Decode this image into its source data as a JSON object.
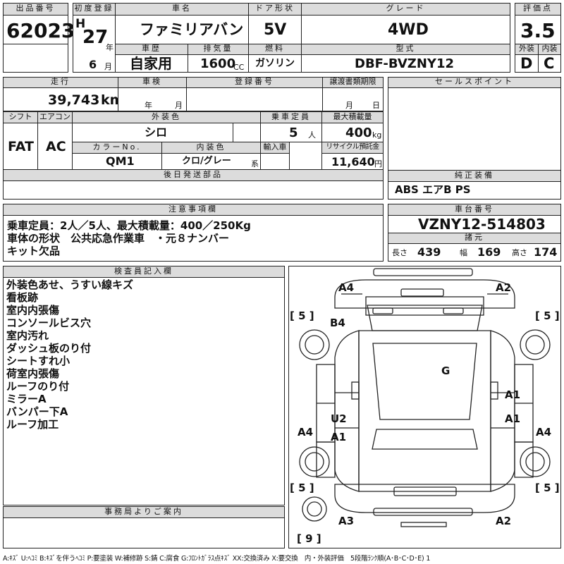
{
  "header": {
    "lot_label": "出品番号",
    "lot": "62023",
    "first_reg_label": "初度登録",
    "era": "H",
    "year": "27",
    "year_unit": "年",
    "month": "6",
    "month_unit": "月",
    "name_label": "車名",
    "name": "ファミリアバン",
    "door_label": "ドア形状",
    "door": "5V",
    "grade_label": "グレード",
    "grade": "4WD",
    "score_label": "評価点",
    "score": "3.5",
    "history_label": "車歴",
    "history": "自家用",
    "displacement_label": "排気量",
    "displacement": "1600",
    "displacement_unit": "CC",
    "fuel_label": "燃料",
    "fuel": "ガソリン",
    "model_label": "型式",
    "model": "DBF-BVZNY12",
    "exterior_label": "外装",
    "exterior": "D",
    "interior_label": "内装",
    "interior": "C"
  },
  "row2": {
    "mileage_label": "走行",
    "mileage": "39,743",
    "mileage_unit": "km",
    "inspection_label": "車検",
    "inspection_year_unit": "年",
    "inspection_month_unit": "月",
    "regno_label": "登録番号",
    "transfer_label": "譲渡書類期限",
    "transfer_month_unit": "月",
    "transfer_day_unit": "日",
    "shift_label": "シフト",
    "shift": "FAT",
    "ac_label": "エアコン",
    "ac": "AC",
    "color_label": "外装色",
    "color": "シロ",
    "capacity_label": "乗車定員",
    "capacity": "5",
    "capacity_unit": "人",
    "load_label": "最大積載量",
    "load": "400",
    "load_unit": "kg",
    "colorno_label": "カラーNo.",
    "colorno": "QM1",
    "intcolor_label": "内装色",
    "intcolor": "クロ/グレー",
    "intcolor_suffix": "系",
    "import_label": "輸入車",
    "recycle_label": "リサイクル預託金",
    "recycle": "11,640",
    "recycle_unit": "円",
    "later_label": "後日発送部品"
  },
  "sales": {
    "label": "セールスポイント"
  },
  "equipment": {
    "label": "純正装備",
    "value": "ABS エアB PS"
  },
  "notes": {
    "label": "注意事項欄",
    "lines": [
      "乗車定員：2人／5人、最大積載量：400／250Kg",
      "車体の形状　公共応急作業車　・元８ナンバー",
      "キット欠品"
    ]
  },
  "chassis": {
    "label": "車台番号",
    "value": "VZNY12-514803",
    "dims_label": "諸元",
    "length_label": "長さ",
    "length": "439",
    "width_label": "幅",
    "width": "169",
    "height_label": "高さ",
    "height": "174"
  },
  "inspector": {
    "label": "検査員記入欄",
    "lines": [
      "外装色あせ、うすい線キズ",
      "看板跡",
      "室内内張傷",
      "コンソールビス穴",
      "室内汚れ",
      "ダッシュ板のり付",
      "シートすれ小",
      "荷室内張傷",
      "ルーフのり付",
      "ミラーA",
      "バンパー下A",
      "ルーフ加工"
    ]
  },
  "diagram": {
    "codes": [
      "A4",
      "A2",
      "B4",
      "G",
      "A1",
      "U2",
      "A1",
      "A1",
      "A4",
      "A4",
      "A3",
      "A2"
    ],
    "tires": [
      "[ 5 ]",
      "[ 5 ]",
      "[ 5 ]",
      "[ 5 ]",
      "[ 9 ]"
    ]
  },
  "office": {
    "label": "事務局よりご案内"
  },
  "legend": "A:ｷｽﾞ U:ﾍｺﾐ B:ｷｽﾞを伴うﾍｺﾐ P:要塗装 W:補修跡 S:錆 C:腐食 G:ﾌﾛﾝﾄｶﾞﾗｽ点ｷｽﾞ XX:交換済み X:要交換　内・外装評価　5段階ﾗﾝｸ順(A･B･C･D･E) 1"
}
